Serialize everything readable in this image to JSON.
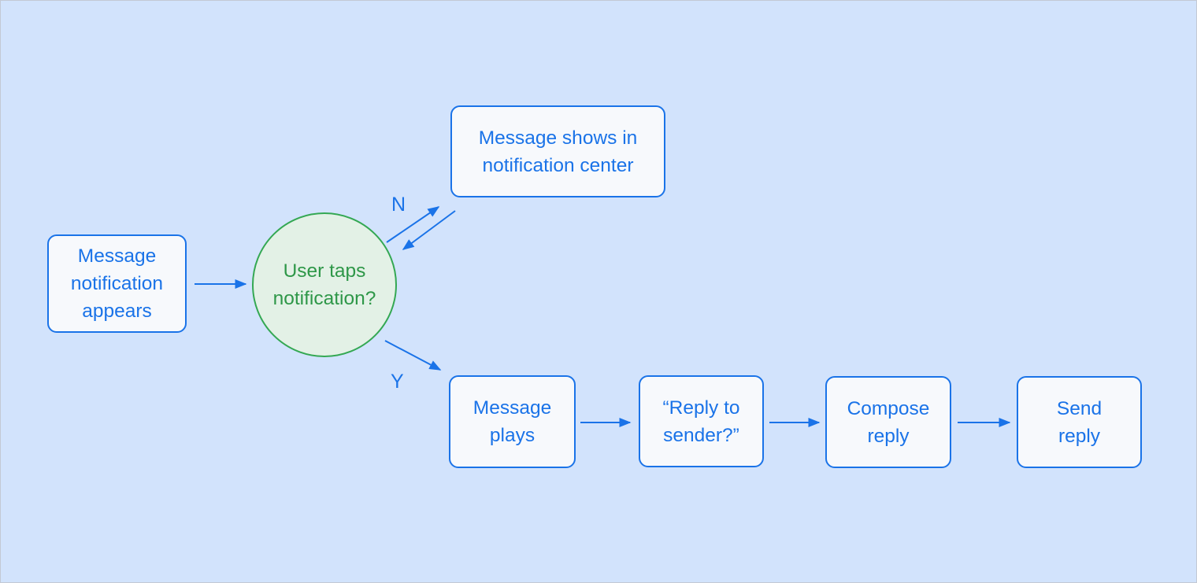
{
  "diagram": {
    "colors": {
      "background": "#D2E3FC",
      "blue_accent": "#1A73E8",
      "node_fill": "#F7F9FC",
      "green_stroke": "#34A853",
      "green_fill": "#E3F1E6",
      "green_text": "#2E9748"
    },
    "nodes": {
      "start": {
        "shape": "rounded-rect",
        "label": [
          "Message",
          "notification",
          "appears"
        ]
      },
      "decision": {
        "shape": "circle",
        "label": [
          "User taps",
          "notification?"
        ]
      },
      "notification_center": {
        "shape": "rounded-rect",
        "label": [
          "Message shows in",
          "notification center"
        ]
      },
      "message_plays": {
        "shape": "rounded-rect",
        "label": [
          "Message",
          "plays"
        ]
      },
      "reply_to_sender": {
        "shape": "rounded-rect",
        "label": [
          "“Reply to",
          "sender?”"
        ]
      },
      "compose_reply": {
        "shape": "rounded-rect",
        "label": [
          "Compose",
          "reply"
        ]
      },
      "send_reply": {
        "shape": "rounded-rect",
        "label": [
          "Send",
          "reply"
        ]
      }
    },
    "edges": [
      {
        "from": "start",
        "to": "decision",
        "label": ""
      },
      {
        "from": "decision",
        "to": "notification_center",
        "label": "N"
      },
      {
        "from": "notification_center",
        "to": "decision",
        "label": ""
      },
      {
        "from": "decision",
        "to": "message_plays",
        "label": "Y"
      },
      {
        "from": "message_plays",
        "to": "reply_to_sender",
        "label": ""
      },
      {
        "from": "reply_to_sender",
        "to": "compose_reply",
        "label": ""
      },
      {
        "from": "compose_reply",
        "to": "send_reply",
        "label": ""
      }
    ]
  }
}
